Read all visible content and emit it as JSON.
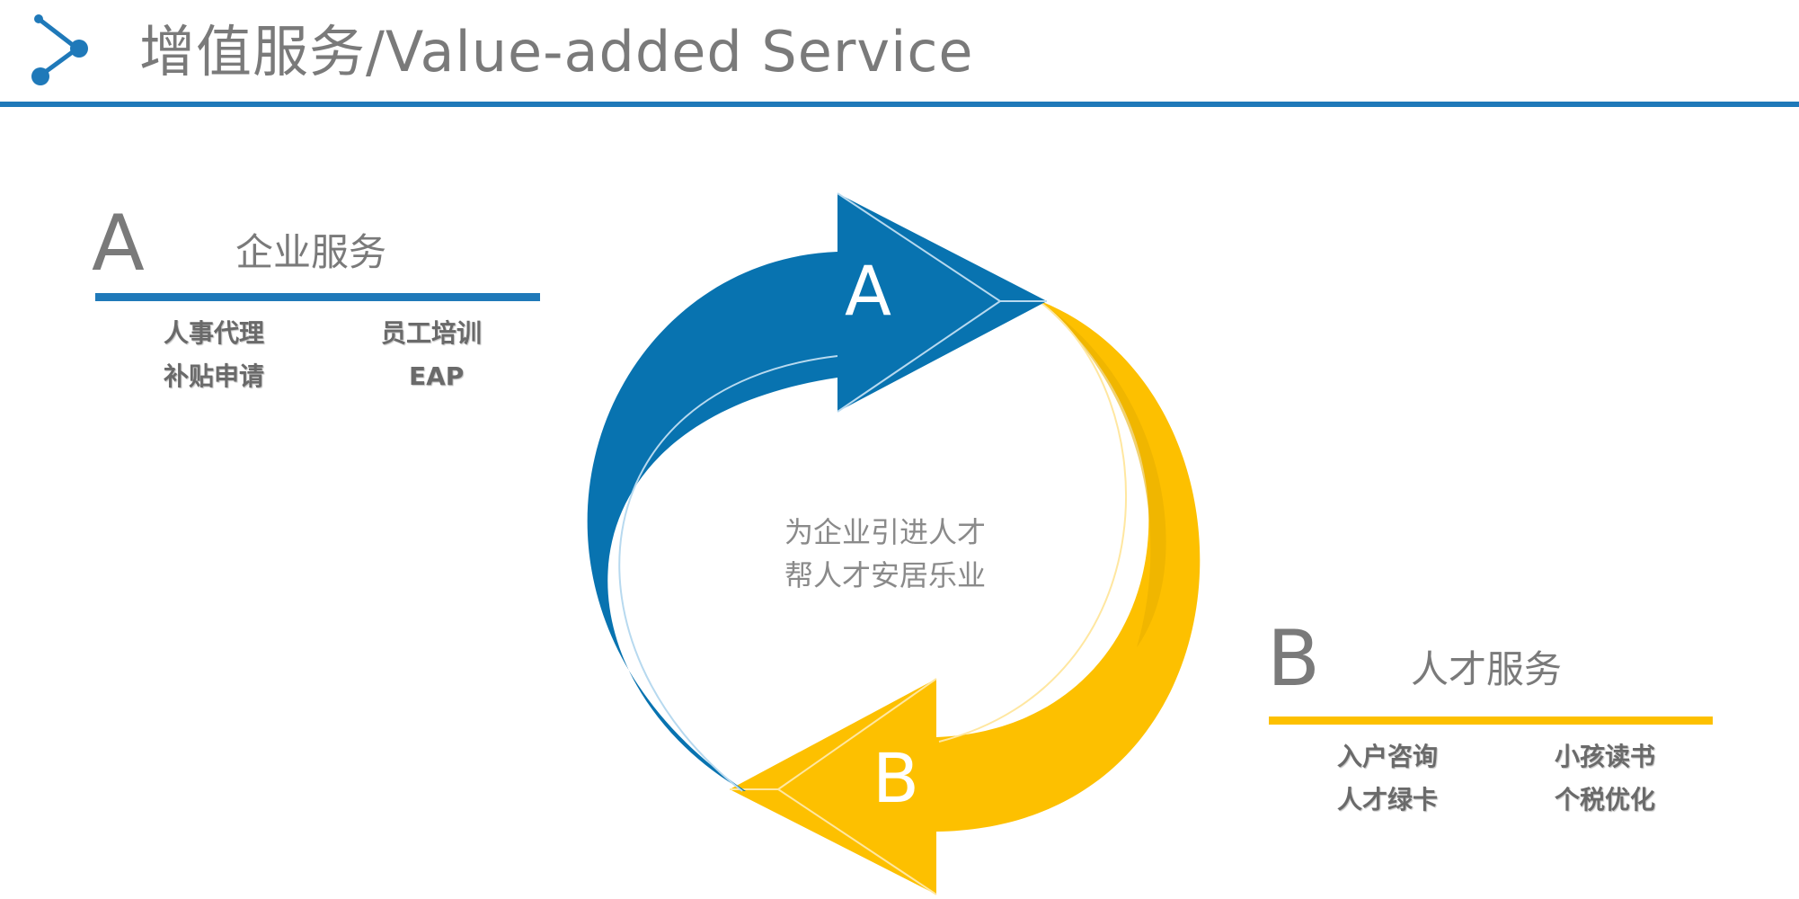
{
  "header": {
    "title": "增值服务/Value-added Service",
    "accent_color": "#1f79b9",
    "icon": "share-node-icon"
  },
  "section_a": {
    "letter": "A",
    "heading": "企业服务",
    "color": "#1f79b9",
    "items": [
      "人事代理",
      "员工培训",
      "补贴申请",
      "EAP"
    ]
  },
  "section_b": {
    "letter": "B",
    "heading": "人才服务",
    "color": "#fdc000",
    "items": [
      "入户咨询",
      "小孩读书",
      "人才绿卡",
      "个税优化"
    ]
  },
  "cycle": {
    "arrow_a_label": "A",
    "arrow_b_label": "B",
    "arrow_a_color": "#0873b0",
    "arrow_b_color": "#fdc000",
    "center_lines": [
      "为企业引进人才",
      "帮人才安居乐业"
    ]
  }
}
